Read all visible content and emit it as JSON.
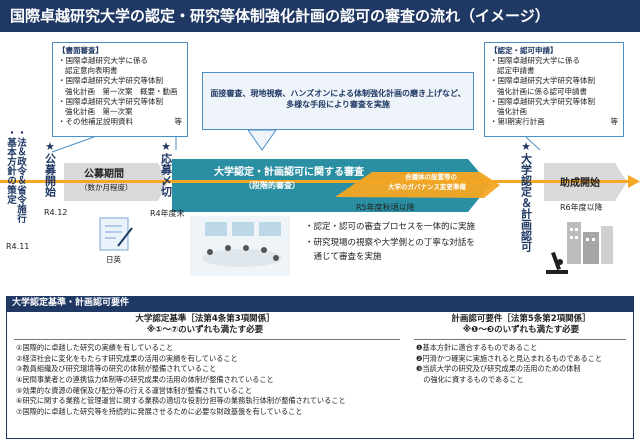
{
  "title": "国際卓越研究大学の認定・研究等体制強化計画の認可の審査の流れ（イメージ）",
  "left_vertical": {
    "line1": "・法＆政令＆省令施行",
    "line2": "・基本方針の策定",
    "date": "R4.11"
  },
  "milestones": {
    "koubo_start": "★公募開始",
    "koubo_start_date": "R4.12",
    "ouboshimekiri": "★応募〆切",
    "ouboshimekiri_date": "R4年度末",
    "nintei": "★大学認定＆計画認可",
    "josei_start": "助成開始",
    "josei_start_date": "R6年度以降"
  },
  "phases": {
    "koubo_kikan": "公募期間",
    "koubo_kikan_sub": "（数か月程度）",
    "shinsa": "大学認定・計画認可に関する審査",
    "shinsa_sub": "（段階的審査）",
    "governance_line1": "合議体の設置等の",
    "governance_line2": "大学のガバナンス変更準備",
    "r5_date": "R5年度秋頃以降",
    "nikkan_label": "日英"
  },
  "shorui_box": {
    "header": "【書面審査】",
    "items": [
      "・国際卓越研究大学に係る",
      "認定意向表明書",
      "・国際卓越研究大学研究等体制",
      "強化計画　第一次案　概要・動画",
      "・国際卓越研究大学研究等体制",
      "強化計画　第一次案",
      "・その他補足説明資料"
    ],
    "tail": "等"
  },
  "multi_box": {
    "line1": "面接審査、現地視察、ハンズオンによる体制強化計画の磨き上げなど、",
    "line2": "多様な手段により審査を実施"
  },
  "nintei_box": {
    "header": "【認定・認可申請】",
    "items": [
      "・国際卓越研究大学に係る",
      "認定申請書",
      "・国際卓越研究大学研究等体制",
      "強化計画に係る認可申請書",
      "・国際卓越研究大学研究等体制",
      "強化計画",
      "・第Ⅰ期実行計画"
    ],
    "tail": "等"
  },
  "bullets": {
    "b1": "・認定・認可の審査プロセスを一体的に実施",
    "b2": "・研究現場の視察や大学側との丁寧な対話を",
    "b3": "　通じて審査を実施"
  },
  "requirements": {
    "header": "大学認定基準・計画認可要件",
    "left_title1": "大学認定基準［法第4条第3項関係］",
    "left_title2": "※①～⑦のいずれも満たす必要",
    "left_items": [
      "①国際的に卓越した研究の実績を有していること",
      "②経済社会に変化をもたらす研究成果の活用の実績を有していること",
      "③教員組織及び研究環境等の研究の体制が整備されていること",
      "④民間事業者との連携協力体制等の研究成果の活用の体制が整備されていること",
      "⑤効果的な資源の確保及び配分等の行える運営体制が整備されていること",
      "⑥研究に関する業務と管理運営に関する業務の適切な役割分担等の業務執行体制が整備されていること",
      "⑦国際的に卓越した研究等を持続的に発展させるために必要な財政基盤を有していること"
    ],
    "right_title1": "計画認可要件［法第5条第2項関係］",
    "right_title2": "※❶～❸のいずれも満たす必要",
    "right_items": [
      "❶基本方針に適合するものであること",
      "❷円滑かつ確実に実施されると見込まれるものであること",
      "❸当該大学の研究及び研究成果の活用のための体制",
      "　の強化に資するものであること"
    ]
  },
  "colors": {
    "navy": "#1f3864",
    "teal": "#2b8fa3",
    "orange": "#f5a623",
    "gray_arrow": "#d9d9d9"
  }
}
